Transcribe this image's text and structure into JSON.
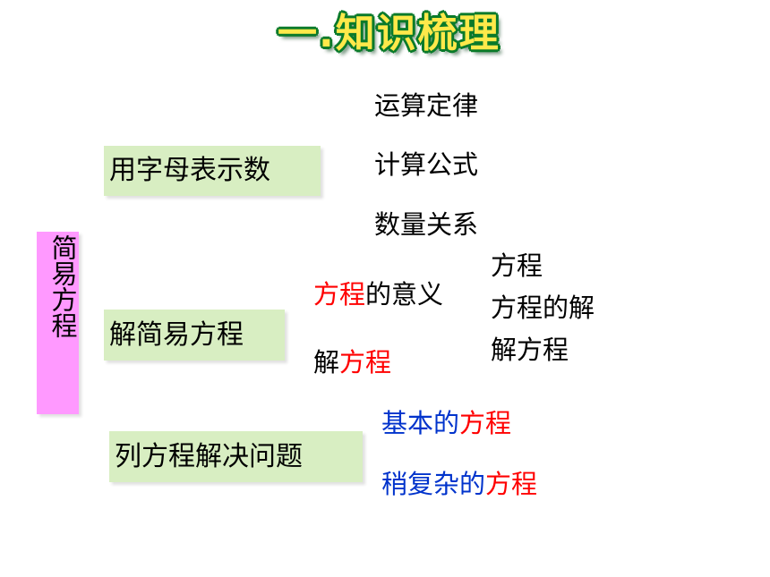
{
  "title": "一.知识梳理",
  "side_label": "简易方程",
  "branches": {
    "b1": "用字母表示数",
    "b2": "解简易方程",
    "b3": "列方程解决问题"
  },
  "b1_items": [
    "运算定律",
    "计算公式",
    "数量关系"
  ],
  "b2_items": {
    "meaning_red": "方程",
    "meaning_black": "的意义",
    "solve_black": "解",
    "solve_red": "方程"
  },
  "b2_sub_items": [
    "方程",
    "方程的解",
    "解方程"
  ],
  "b3_items": {
    "basic_blue": "基本的",
    "basic_red": "方程",
    "complex_blue": "稍复杂的",
    "complex_red": "方程"
  },
  "colors": {
    "accent_red": "#ff0000",
    "accent_blue": "#0033cc",
    "branch_bg": "#d8eec2",
    "side_bg": "#ff99ff"
  }
}
